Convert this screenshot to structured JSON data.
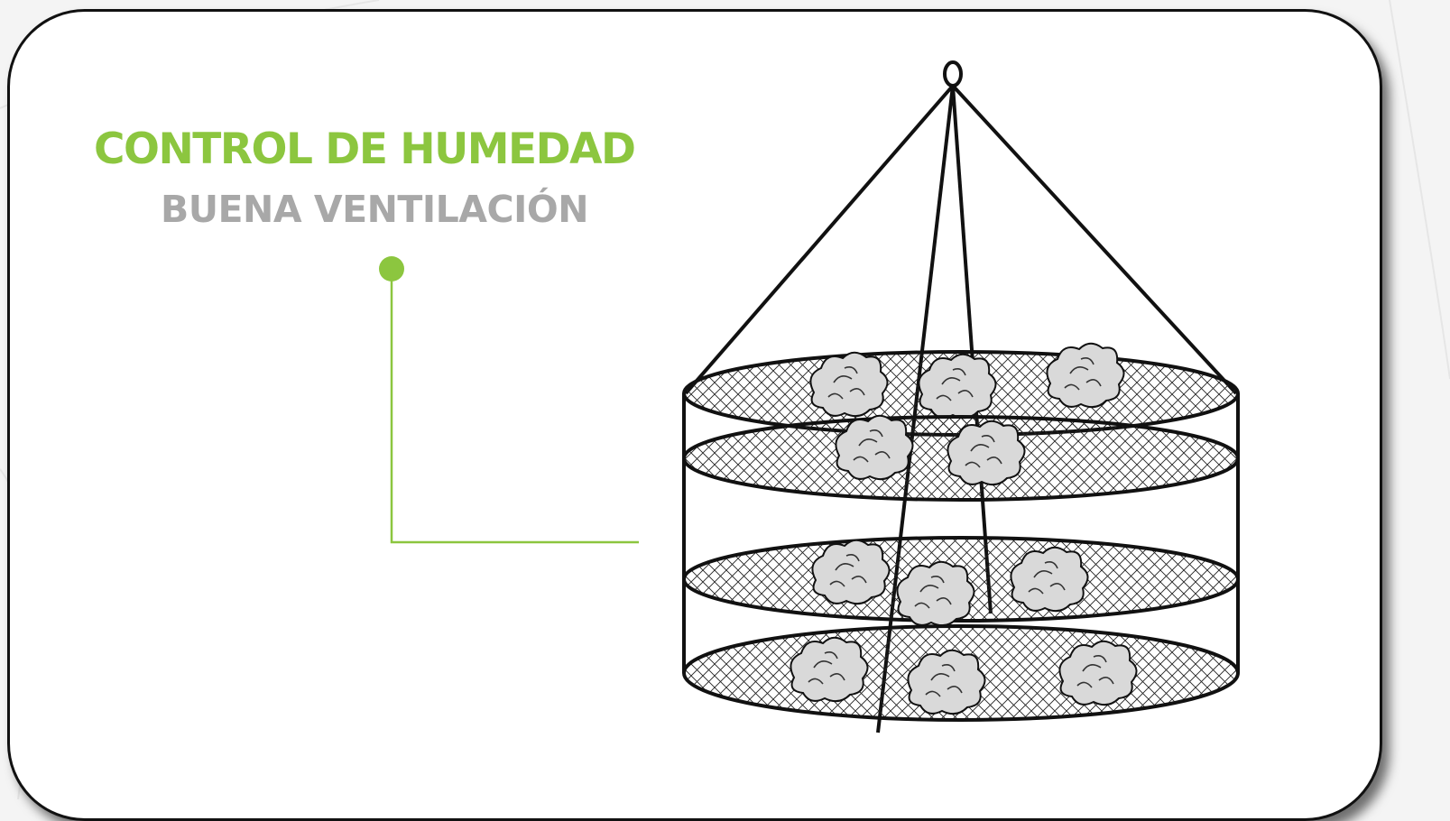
{
  "heading": {
    "title": "CONTROL DE HUMEDAD",
    "subtitle": "BUENA VENTILACIÓN"
  },
  "colors": {
    "accent_green": "#8cc63f",
    "subtitle_gray": "#a8a8a8",
    "outline": "#111111",
    "bud_fill": "#d9d9d9"
  },
  "illustration": {
    "subject": "hanging-mesh-drying-rack",
    "tiers": 4,
    "icon": "drying-rack-icon"
  }
}
